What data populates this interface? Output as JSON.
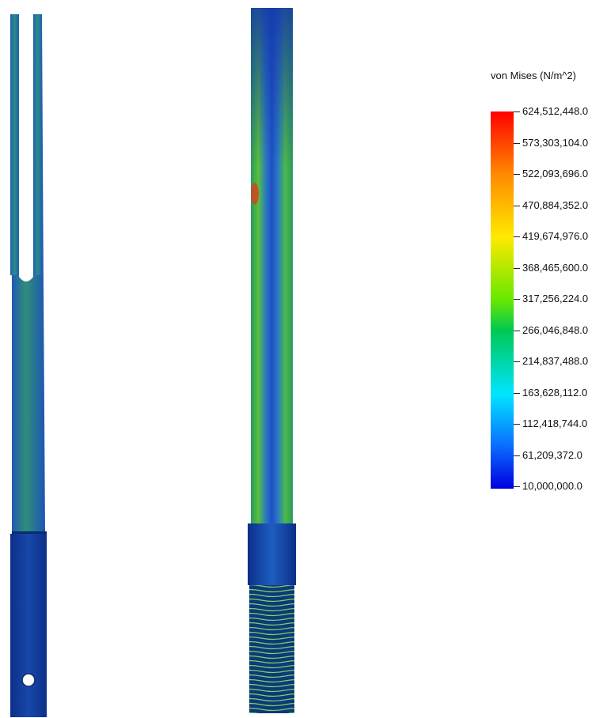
{
  "legend": {
    "title": "von Mises (N/m^2)",
    "labels": [
      "624,512,448.0",
      "573,303,104.0",
      "522,093,696.0",
      "470,884,352.0",
      "419,674,976.0",
      "368,465,600.0",
      "317,256,224.0",
      "266,046,848.0",
      "214,837,488.0",
      "163,628,112.0",
      "112,418,744.0",
      "61,209,372.0",
      "10,000,000.0"
    ],
    "colors": {
      "max": "#ff0000",
      "mid": "#00c853",
      "min": "#0000e0"
    }
  }
}
